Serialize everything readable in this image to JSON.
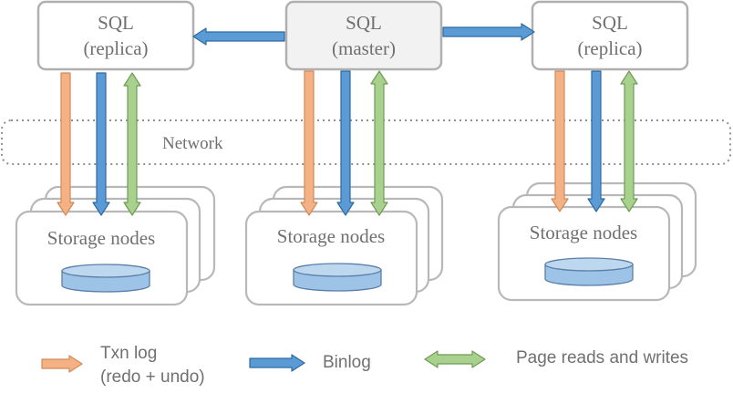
{
  "sql_nodes": {
    "left": {
      "line1": "SQL",
      "line2": "(replica)"
    },
    "master": {
      "line1": "SQL",
      "line2": "(master)"
    },
    "right": {
      "line1": "SQL",
      "line2": "(replica)"
    }
  },
  "network_label": "Network",
  "storage": {
    "left": {
      "label": "Storage nodes"
    },
    "center": {
      "label": "Storage nodes"
    },
    "right": {
      "label": "Storage nodes"
    }
  },
  "legend": {
    "txn_line1": "Txn log",
    "txn_line2": "(redo + undo)",
    "binlog": "Binlog",
    "page_rw": "Page reads and writes"
  },
  "colors": {
    "txn_log": "#f4b183",
    "binlog": "#5b9bd5",
    "page_rw": "#a9d18e"
  }
}
